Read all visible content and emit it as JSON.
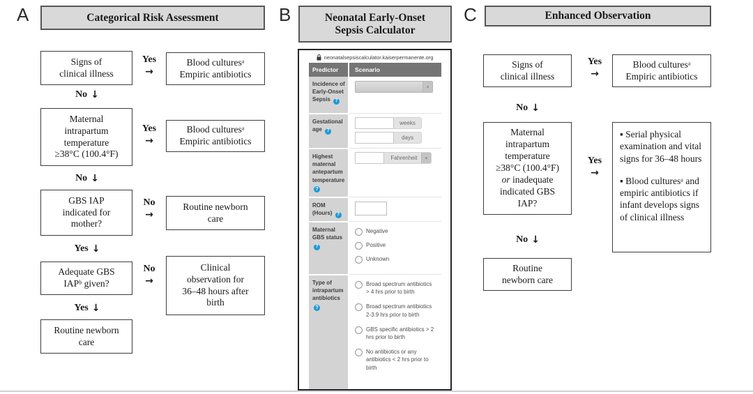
{
  "arrows": {
    "right": "→",
    "down": "↓"
  },
  "panel_a": {
    "label": "A",
    "title": "Categorical Risk Assessment",
    "connectors": {
      "yes": "Yes",
      "no": "No"
    },
    "boxes": {
      "signs": "Signs of\nclinical illness",
      "out1": "Blood culturesᵃ\nEmpiric antibiotics",
      "temp": "Maternal\nintrapartum\ntemperature\n≥38°C (100.4°F)",
      "out2": "Blood culturesᵃ\nEmpiric antibiotics",
      "gbs_iap": "GBS IAP\nindicated for\nmother?",
      "out3": "Routine newborn\ncare",
      "adequate_iap": "Adequate GBS\nIAPᵇ given?",
      "out4": "Clinical\nobservation for\n36–48 hours after\nbirth",
      "routine": "Routine newborn\ncare"
    }
  },
  "panel_b": {
    "label": "B",
    "title": "Neonatal Early-Onset\nSepsis Calculator",
    "address": "neonatalsepsiscalculator.kaiserpermanente.org",
    "help_glyph": "?",
    "columns": {
      "predictor": "Predictor",
      "scenario": "Scenario"
    },
    "rows": {
      "incidence": {
        "label": "Incidence of Early-Onset Sepsis"
      },
      "gestational_age": {
        "label": "Gestational age",
        "unit_weeks": "weeks",
        "unit_days": "days"
      },
      "temperature": {
        "label": "Highest maternal antepartum temperature",
        "unit": "Fahrenheit"
      },
      "rom": {
        "label": "ROM (Hours)"
      },
      "gbs_status": {
        "label": "Maternal GBS status",
        "options": [
          "Negative",
          "Positive",
          "Unknown"
        ]
      },
      "antibiotics": {
        "label": "Type of intrapartum antibiotics",
        "options": [
          "Broad spectrum antibiotics > 4 hrs prior to birth",
          "Broad spectrum antibiotics 2-3.9 hrs prior to birth",
          "GBS specific antibiotics > 2 hrs prior to birth",
          "No antibiotics or any antibiotics < 2 hrs prior to birth"
        ]
      }
    }
  },
  "panel_c": {
    "label": "C",
    "title": "Enhanced Observation",
    "connectors": {
      "yes": "Yes",
      "no": "No"
    },
    "boxes": {
      "signs": "Signs of\nclinical illness",
      "out1": "Blood culturesᵃ\nEmpiric antibiotics",
      "temp_part1": "Maternal\nintrapartum\ntemperature\n≥38°C (100.4°F)\n",
      "temp_or": "or",
      "temp_part2": " inadequate\nindicated GBS\nIAP?",
      "obs_item1": "▪ Serial physical examination and vital signs for 36–48 hours",
      "obs_item2": "▪ Blood culturesᵃ and empiric antibiotics if infant develops signs of clinical illness",
      "routine": "Routine\nnewborn care"
    }
  }
}
